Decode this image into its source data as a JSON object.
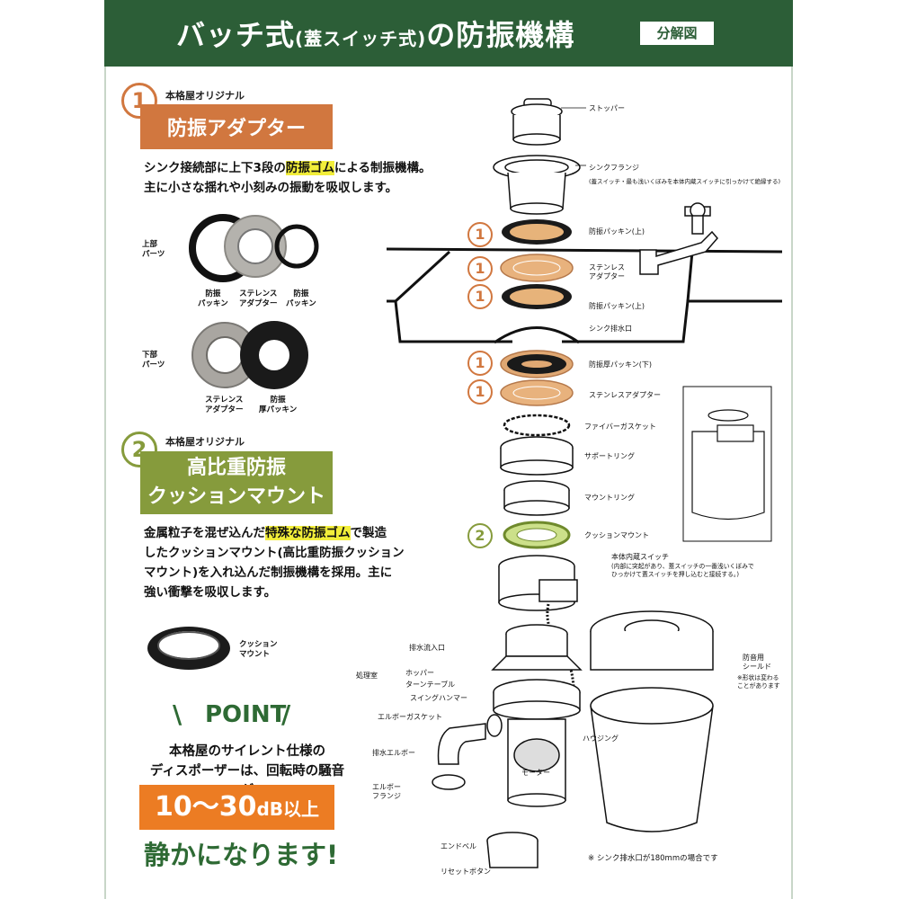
{
  "header": {
    "title_main": "バッチ式",
    "title_paren": "(蓋スイッチ式)",
    "title_tail": "の防振機構",
    "tag": "分解図"
  },
  "section1": {
    "number": "1",
    "badge": "本格屋オリジナル",
    "heading": "防振アダプター",
    "para_line1_a": "シンク接続部に上下3段の",
    "para_line1_hl": "防振ゴム",
    "para_line1_b": "による制振機構。",
    "para_line2": "主に小さな揺れや小刻みの振動を吸収します。",
    "upper_label": "上部\nパーツ",
    "upper_parts": [
      "防振\nパッキン",
      "ステレンス\nアダプター",
      "防振\nパッキン"
    ],
    "lower_label": "下部\nパーツ",
    "lower_parts": [
      "ステレンス\nアダプター",
      "防振\n厚パッキン"
    ]
  },
  "section2": {
    "number": "2",
    "badge": "本格屋オリジナル",
    "heading_line1": "高比重防振",
    "heading_line2": "クッションマウント",
    "para_line1_a": "金属粒子を混ぜ込んだ",
    "para_line1_hl": "特殊な防振ゴム",
    "para_line1_b": "で製造",
    "para_line2": "したクッションマウント(高比重防振クッション",
    "para_line3": "マウント)を入れ込んだ制振機構を採用。主に",
    "para_line4": "強い衝撃を吸収します。",
    "cushion_label": "クッション\nマウント"
  },
  "point": {
    "title": "POINT",
    "text_line1": "本格屋のサイレント仕様の",
    "text_line2": "ディスポーザーは、回転時の騒音が",
    "db_main": "10〜30",
    "db_small": "dB以上",
    "quiet": "静かになります!"
  },
  "diagram": {
    "labels": {
      "stopper": "ストッパー",
      "flange": "シンクフランジ",
      "flange_note": "(蓋スイッチ・最も浅いくぼみを本体内蔵スイッチに引っかけて絶縁する)",
      "packing_top": "防振パッキン(上)",
      "stainless_adapter": "ステンレス\nアダプター",
      "packing_top2": "防振パッキン(上)",
      "drain": "シンク排水口",
      "thick_packing": "防振厚パッキン(下)",
      "stainless_adapter2": "ステンレスアダプター",
      "fiber_gasket": "ファイバーガスケット",
      "support_ring": "サポートリング",
      "mount_ring": "マウントリング",
      "cushion_mount": "クッションマウント",
      "switch": "本体内蔵スイッチ",
      "switch_note": "(内部に突起があり、蓋スイッチの一番浅いくぼみで\nひっかけて蓋スイッチを押し込むと接続する。)",
      "inlet": "排水流入口",
      "chamber": "処理室",
      "hopper": "ホッパー",
      "turntable": "ターンテーブル",
      "hammer": "スイングハンマー",
      "elbow_gasket": "エルボーガスケット",
      "housing": "ハウジング",
      "elbow": "排水エルボー",
      "motor": "モーター",
      "elbow_flange": "エルボー\nフランジ",
      "end_bell": "エンドベル",
      "reset": "リセットボタン",
      "shield": "防音用\nシールド",
      "shield_note": "※形状は変わる\nことがあります",
      "footnote": "※ シンク排水口が180mmの場合です"
    },
    "markers": [
      "1",
      "1",
      "1",
      "1",
      "1",
      "2"
    ]
  }
}
